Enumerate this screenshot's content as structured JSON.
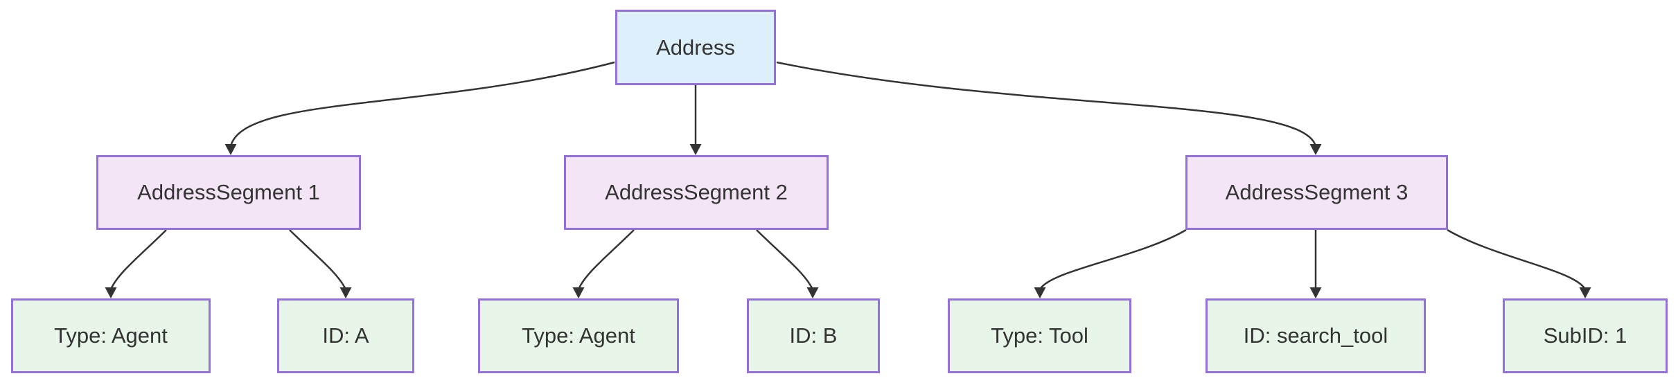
{
  "diagram": {
    "type": "flowchart",
    "direction": "top-down",
    "colors": {
      "root_fill": "#ddeffb",
      "segment_fill": "#f3e5f5",
      "leaf_fill": "#e8f5e9",
      "node_border": "#9370db",
      "edge_stroke": "#333333",
      "text": "#333333",
      "background": "#ffffff"
    },
    "nodes": [
      {
        "id": "address",
        "kind": "root",
        "label": "Address"
      },
      {
        "id": "segment1",
        "kind": "segment",
        "label": "AddressSegment 1"
      },
      {
        "id": "segment2",
        "kind": "segment",
        "label": "AddressSegment 2"
      },
      {
        "id": "segment3",
        "kind": "segment",
        "label": "AddressSegment 3"
      },
      {
        "id": "seg1_type",
        "kind": "leaf",
        "label": "Type: Agent"
      },
      {
        "id": "seg1_id",
        "kind": "leaf",
        "label": "ID: A"
      },
      {
        "id": "seg2_type",
        "kind": "leaf",
        "label": "Type: Agent"
      },
      {
        "id": "seg2_id",
        "kind": "leaf",
        "label": "ID: B"
      },
      {
        "id": "seg3_type",
        "kind": "leaf",
        "label": "Type: Tool"
      },
      {
        "id": "seg3_id",
        "kind": "leaf",
        "label": "ID: search_tool"
      },
      {
        "id": "seg3_subid",
        "kind": "leaf",
        "label": "SubID: 1"
      }
    ],
    "edges": [
      {
        "from": "address",
        "to": "segment1"
      },
      {
        "from": "address",
        "to": "segment2"
      },
      {
        "from": "address",
        "to": "segment3"
      },
      {
        "from": "segment1",
        "to": "seg1_type"
      },
      {
        "from": "segment1",
        "to": "seg1_id"
      },
      {
        "from": "segment2",
        "to": "seg2_type"
      },
      {
        "from": "segment2",
        "to": "seg2_id"
      },
      {
        "from": "segment3",
        "to": "seg3_type"
      },
      {
        "from": "segment3",
        "to": "seg3_id"
      },
      {
        "from": "segment3",
        "to": "seg3_subid"
      }
    ]
  }
}
